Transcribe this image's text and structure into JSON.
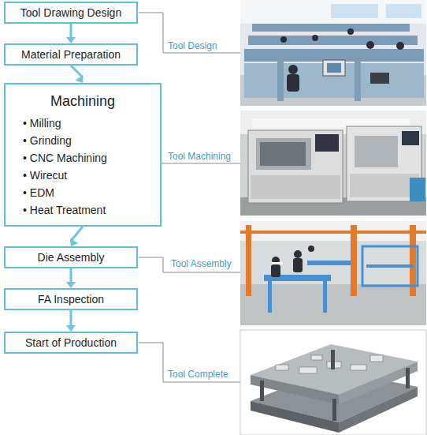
{
  "diagram": {
    "nodes": [
      {
        "text": [
          "Tool Drawing Design"
        ]
      },
      {
        "text": [
          "Material Preparation"
        ]
      },
      {
        "text": [
          "Machining",
          "• Milling",
          "• Grinding",
          "• CNC Machining",
          "• Wirecut",
          "• EDM",
          "• Heat Treatment"
        ]
      },
      {
        "text": [
          "Die Assembly"
        ]
      },
      {
        "text": [
          "FA Inspection"
        ]
      },
      {
        "text": [
          "Start of Production"
        ]
      }
    ],
    "edges": [
      {
        "from": 0,
        "to": 1,
        "arrow": "to"
      },
      {
        "from": 1,
        "to": 2,
        "arrow": "to"
      },
      {
        "from": 2,
        "to": 3,
        "arrow": "to"
      },
      {
        "from": 3,
        "to": 4,
        "arrow": "to"
      },
      {
        "from": 4,
        "to": 5,
        "arrow": "to"
      }
    ],
    "labels": [
      "Tool Design",
      "Tool Machining",
      "Tool Assembly",
      "Tool Complete"
    ]
  }
}
